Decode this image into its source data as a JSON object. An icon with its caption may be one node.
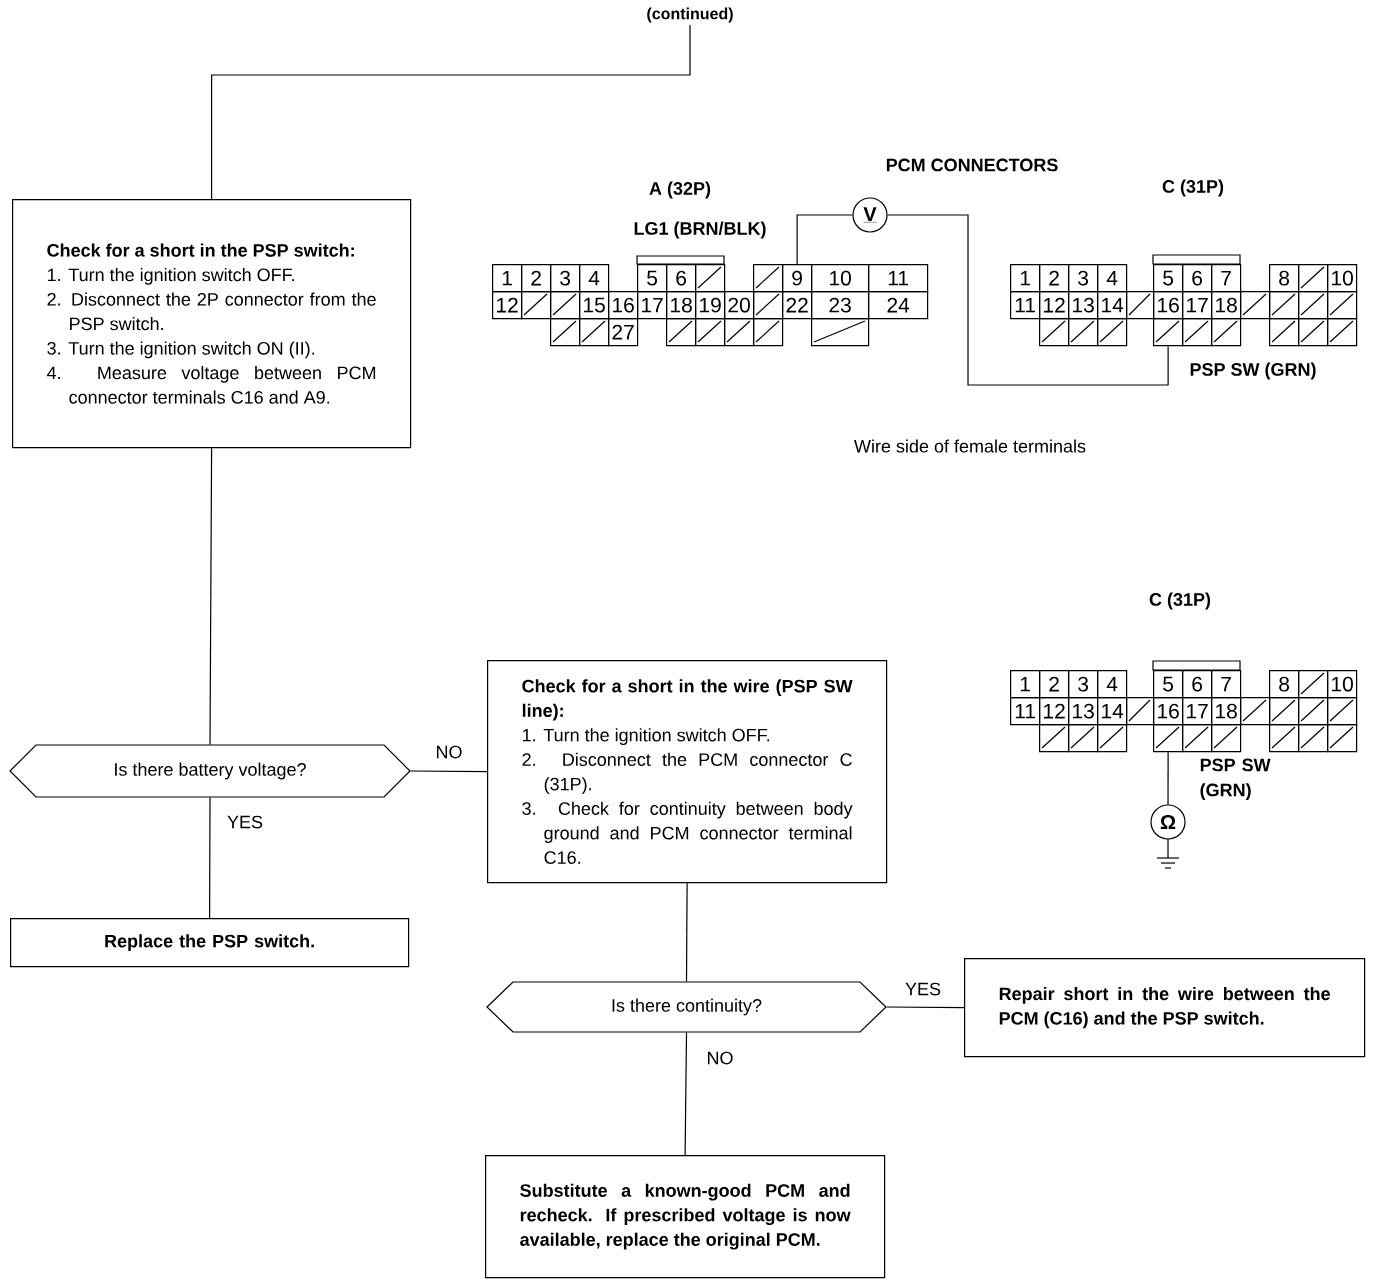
{
  "diagram": {
    "nodes": [
      {
        "text": [
          "(continued)"
        ]
      },
      {
        "text": [
          "Check for a short in the PSP switch:",
          "1. Turn the ignition switch OFF.",
          "2. Disconnect the 2P connector from the PSP switch.",
          "3. Turn the ignition switch ON (II).",
          "4. Measure voltage between PCM connector terminals C16 and A9."
        ]
      },
      {
        "text": [
          "Is there battery voltage?"
        ]
      },
      {
        "text": [
          "Replace the PSP switch."
        ]
      },
      {
        "text": [
          "Check for a short in the wire (PSP SW line):",
          "1. Turn the ignition switch OFF.",
          "2. Disconnect the PCM connector C (31P).",
          "3. Check for continuity between body ground and PCM connector terminal C16."
        ]
      },
      {
        "text": [
          "Is there continuity?"
        ]
      },
      {
        "text": [
          "Repair short in the wire between the PCM (C16) and the PSP switch."
        ]
      },
      {
        "text": [
          "Substitute a known-good PCM and recheck. If prescribed voltage is now available, replace the original PCM."
        ]
      },
      {
        "text": [
          "V"
        ]
      },
      {
        "text": [
          "Ω"
        ]
      },
      {
        "text": [
          "1"
        ]
      },
      {
        "text": [
          "2"
        ]
      },
      {
        "text": [
          "3"
        ]
      },
      {
        "text": [
          "4"
        ]
      },
      {
        "text": [
          "5"
        ]
      },
      {
        "text": [
          "6"
        ]
      },
      {
        "text": [],
        "shape": "box"
      },
      {
        "text": [],
        "shape": "box"
      },
      {
        "text": [
          "9"
        ]
      },
      {
        "text": [
          "10"
        ]
      },
      {
        "text": [
          "11"
        ]
      },
      {
        "text": [
          "12"
        ]
      },
      {
        "text": [],
        "shape": "box"
      },
      {
        "text": [],
        "shape": "box"
      },
      {
        "text": [
          "15"
        ]
      },
      {
        "text": [
          "16"
        ]
      },
      {
        "text": [
          "17"
        ]
      },
      {
        "text": [
          "18"
        ]
      },
      {
        "text": [
          "19"
        ]
      },
      {
        "text": [
          "20"
        ]
      },
      {
        "text": [],
        "shape": "box"
      },
      {
        "text": [
          "22"
        ]
      },
      {
        "text": [
          "23"
        ]
      },
      {
        "text": [
          "24"
        ]
      },
      {
        "text": [],
        "shape": "box"
      },
      {
        "text": [],
        "shape": "box"
      },
      {
        "text": [
          "27"
        ]
      },
      {
        "text": [],
        "shape": "box"
      },
      {
        "text": [],
        "shape": "box"
      },
      {
        "text": [],
        "shape": "box"
      },
      {
        "text": [],
        "shape": "box"
      },
      {
        "text": [],
        "shape": "box"
      },
      {
        "text": [
          "1"
        ]
      },
      {
        "text": [
          "2"
        ]
      },
      {
        "text": [
          "3"
        ]
      },
      {
        "text": [
          "4"
        ]
      },
      {
        "text": [
          "5"
        ]
      },
      {
        "text": [
          "6"
        ]
      },
      {
        "text": [
          "7"
        ]
      },
      {
        "text": [
          "8"
        ]
      },
      {
        "text": [],
        "shape": "box"
      },
      {
        "text": [
          "10"
        ]
      },
      {
        "text": [
          "11"
        ]
      },
      {
        "text": [
          "12"
        ]
      },
      {
        "text": [
          "13"
        ]
      },
      {
        "text": [
          "14"
        ]
      },
      {
        "text": [],
        "shape": "box"
      },
      {
        "text": [
          "16"
        ]
      },
      {
        "text": [
          "17"
        ]
      },
      {
        "text": [
          "18"
        ]
      },
      {
        "text": [],
        "shape": "box"
      },
      {
        "text": [],
        "shape": "box"
      },
      {
        "text": [],
        "shape": "box"
      },
      {
        "text": [],
        "shape": "box"
      },
      {
        "text": [],
        "shape": "box"
      },
      {
        "text": [],
        "shape": "box"
      },
      {
        "text": [],
        "shape": "box"
      },
      {
        "text": [],
        "shape": "box"
      },
      {
        "text": [],
        "shape": "box"
      },
      {
        "text": [],
        "shape": "box"
      },
      {
        "text": [],
        "shape": "box"
      },
      {
        "text": [],
        "shape": "box"
      },
      {
        "text": [],
        "shape": "box"
      },
      {
        "text": [
          "1"
        ]
      },
      {
        "text": [
          "2"
        ]
      },
      {
        "text": [
          "3"
        ]
      },
      {
        "text": [
          "4"
        ]
      },
      {
        "text": [
          "5"
        ]
      },
      {
        "text": [
          "6"
        ]
      },
      {
        "text": [
          "7"
        ]
      },
      {
        "text": [
          "8"
        ]
      },
      {
        "text": [],
        "shape": "box"
      },
      {
        "text": [
          "10"
        ]
      },
      {
        "text": [
          "11"
        ]
      },
      {
        "text": [
          "12"
        ]
      },
      {
        "text": [
          "13"
        ]
      },
      {
        "text": [
          "14"
        ]
      },
      {
        "text": [],
        "shape": "box"
      },
      {
        "text": [
          "16"
        ]
      },
      {
        "text": [
          "17"
        ]
      },
      {
        "text": [
          "18"
        ]
      },
      {
        "text": [],
        "shape": "box"
      },
      {
        "text": [],
        "shape": "box"
      },
      {
        "text": [],
        "shape": "box"
      },
      {
        "text": [],
        "shape": "box"
      },
      {
        "text": [],
        "shape": "box"
      },
      {
        "text": [],
        "shape": "box"
      },
      {
        "text": [],
        "shape": "box"
      },
      {
        "text": [],
        "shape": "box"
      },
      {
        "text": [],
        "shape": "box"
      },
      {
        "text": [],
        "shape": "box"
      },
      {
        "text": [],
        "shape": "box"
      },
      {
        "text": [],
        "shape": "box"
      },
      {
        "text": [],
        "shape": "box"
      }
    ],
    "edges": [
      {
        "from": 0,
        "to": 1,
        "arrow": "none"
      },
      {
        "from": 1,
        "to": 2,
        "arrow": "none"
      },
      {
        "from": 2,
        "to": 3,
        "arrow": "none",
        "label": "YES"
      },
      {
        "from": 2,
        "to": 4,
        "arrow": "none",
        "label": "NO"
      },
      {
        "from": 4,
        "to": 5,
        "arrow": "none"
      },
      {
        "from": 5,
        "to": 6,
        "arrow": "none",
        "label": "YES"
      },
      {
        "from": 5,
        "to": 7,
        "arrow": "none",
        "label": "NO"
      },
      {
        "from": 8,
        "to": 18,
        "arrow": "none"
      },
      {
        "from": 8,
        "to": 67,
        "arrow": "none"
      },
      {
        "from": 98,
        "to": 9,
        "arrow": "none"
      }
    ],
    "labels": [
      "PCM CONNECTORS",
      "A (32P)",
      "C (31P)",
      "LG1 (BRN/BLK)",
      "PSP SW (GRN)",
      "Wire side of female terminals",
      "C (31P)",
      "PSP SW (GRN)"
    ]
  }
}
